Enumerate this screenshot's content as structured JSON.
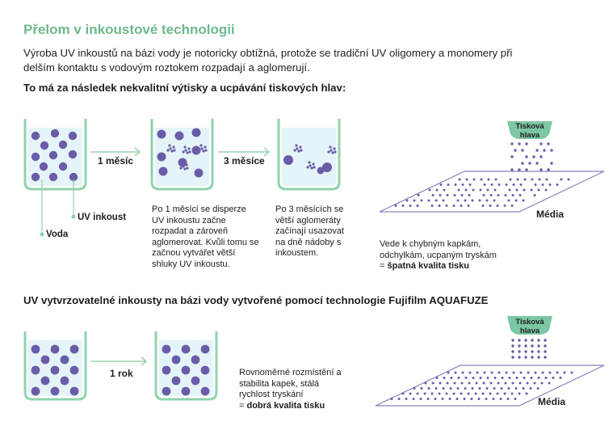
{
  "title": "Přelom v inkoustové technologii",
  "intro": "Výroba UV inkoustů na bázi vody je notoricky obtížná, protože se tradiční UV oligomery a monomery při delším kontaktu s vodovým roztokem rozpadají a aglomerují.",
  "section1": {
    "heading": "To má za následek nekvalitní výtisky a ucpávání tiskových hlav:",
    "arrow1": "1 měsíc",
    "arrow2": "3 měsíce",
    "label_uv": "UV inkoust",
    "label_water": "Voda",
    "caption1": "Po 1 měsíci se disperze UV inkoustu začne rozpadat a zároveň aglomerovat. Kvůli tomu se začnou vytvářet větší shluky UV inkoustu.",
    "caption2": "Po 3 měsících se větší aglomeráty začínají usazovat na dně nádoby s inkoustem.",
    "head_label": "Tisková hlava",
    "media_label": "Média",
    "result_text": "Vede k chybným kapkám, odchylkám, ucpaným tryskám",
    "result_prefix": "= ",
    "result_bold": "špatná kvalita tisku"
  },
  "section2": {
    "heading": "UV vytvrzovatelné inkousty na bázi vody vytvořené pomocí technologie Fujifilm AQUAFUZE",
    "arrow1": "1 rok",
    "caption": "Rovnoměrné rozmístění a stabilita kapek, stálá rychlost tryskání",
    "result_prefix": "= ",
    "result_bold": "dobrá kvalita tisku",
    "head_label": "Tisková hlava",
    "media_label": "Média"
  },
  "colors": {
    "title": "#6db98e",
    "beaker_outline": "#8fd3ad",
    "water": "#e5f4f8",
    "ink": "#6b5ca8",
    "head_fill": "#7cc7a4",
    "arrow": "#9ad3b3"
  }
}
